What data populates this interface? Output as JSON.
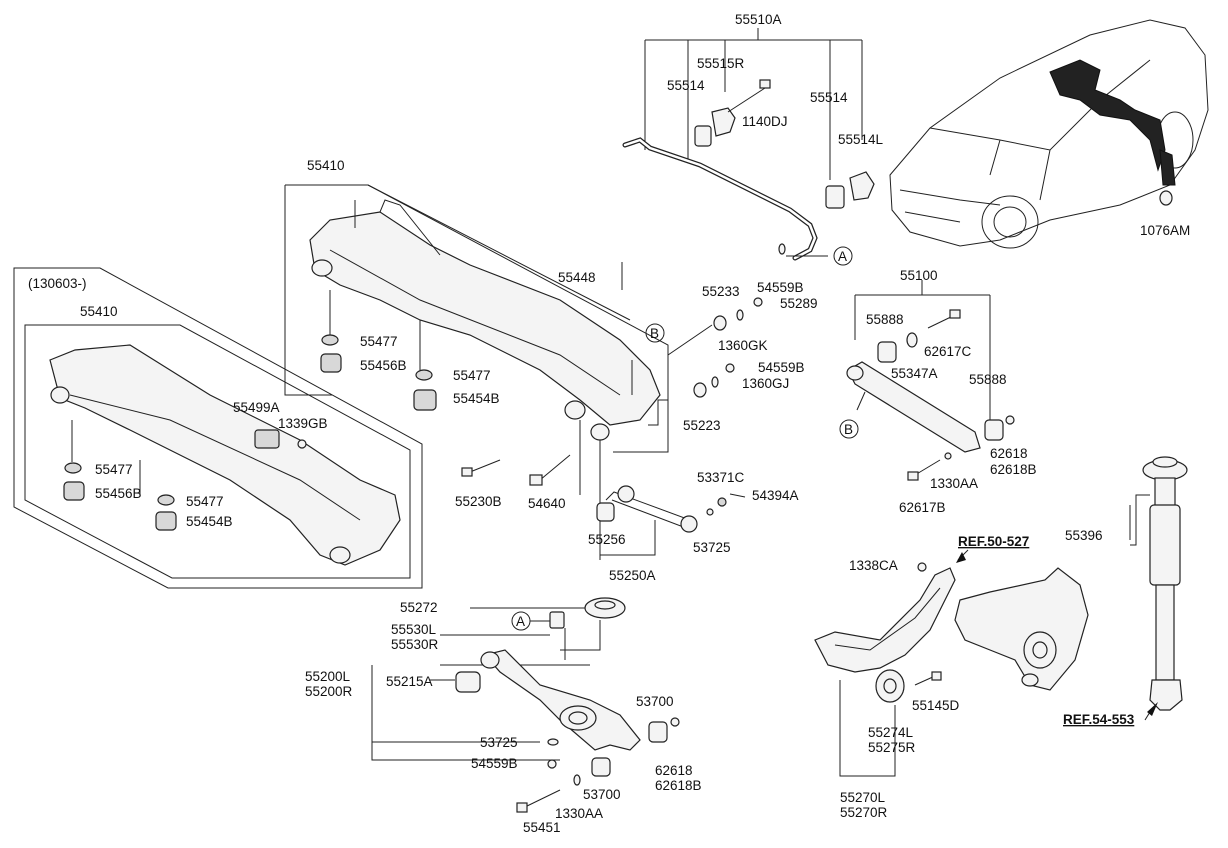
{
  "labels": {
    "p55510A": "55510A",
    "p55515R": "55515R",
    "p55514a": "55514",
    "p55514b": "55514",
    "p1140DJ": "1140DJ",
    "p55514L": "55514L",
    "p1076AM": "1076AM",
    "p55410a": "55410",
    "p55410b": "55410",
    "p130603": "(130603-)",
    "p55448": "55448",
    "p55233": "55233",
    "p55289": "55289",
    "p54559Ba": "54559B",
    "p54559Bb": "54559B",
    "p54559Bc": "54559B",
    "p1360GK": "1360GK",
    "p1360GJ": "1360GJ",
    "p55223": "55223",
    "p55477a": "55477",
    "p55477b": "55477",
    "p55477c": "55477",
    "p55477d": "55477",
    "p55456Ba": "55456B",
    "p55456Bb": "55456B",
    "p55454Ba": "55454B",
    "p55454Bb": "55454B",
    "p55499A": "55499A",
    "p1339GB": "1339GB",
    "p55230B": "55230B",
    "p54640": "54640",
    "p53371C": "53371C",
    "p54394A": "54394A",
    "p55256": "55256",
    "p53725a": "53725",
    "p53725b": "53725",
    "p55250A": "55250A",
    "p55100": "55100",
    "p55888a": "55888",
    "p55888b": "55888",
    "p62617C": "62617C",
    "p55347A": "55347A",
    "p62618a": "62618",
    "p62618Ba": "62618B",
    "p62618b": "62618",
    "p62618Bb": "62618B",
    "p1330AAa": "1330AA",
    "p1330AAb": "1330AA",
    "p62617B": "62617B",
    "p55396": "55396",
    "p55272": "55272",
    "p55530L": "55530L",
    "p55530R": "55530R",
    "p55200L": "55200L",
    "p55200R": "55200R",
    "p55215A": "55215A",
    "p53700a": "53700",
    "p53700b": "53700",
    "p55451": "55451",
    "p1338CA": "1338CA",
    "p55145D": "55145D",
    "p55274L": "55274L",
    "p55275R": "55275R",
    "p55270L": "55270L",
    "p55270R": "55270R",
    "ref50527": "REF.50-527",
    "ref54553": "REF.54-553",
    "calloutA1": "A",
    "calloutA2": "A",
    "calloutB1": "B",
    "calloutB2": "B"
  }
}
